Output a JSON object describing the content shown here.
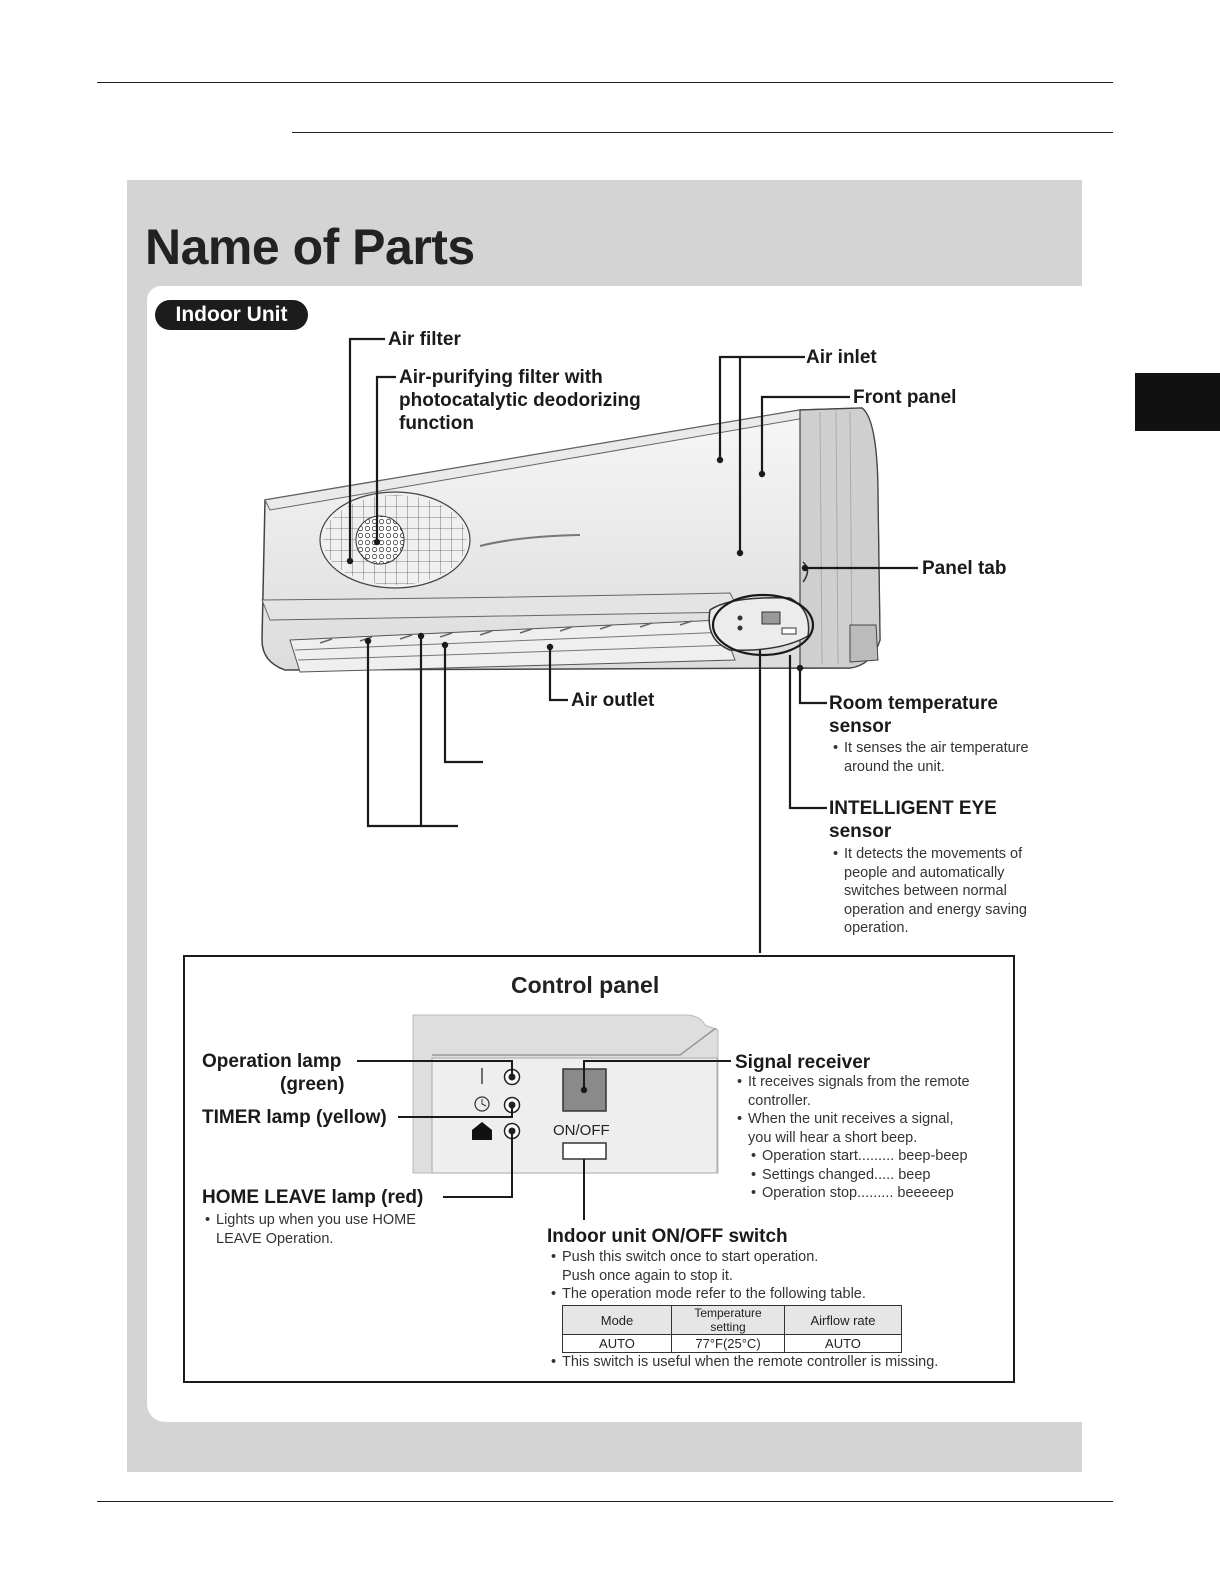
{
  "page": {
    "title": "Name of Parts",
    "section_pill": "Indoor Unit"
  },
  "labels": {
    "air_filter": "Air filter",
    "air_purifying_filter": [
      "Air-purifying filter with",
      "photocatalytic deodorizing",
      "function"
    ],
    "air_inlet": "Air inlet",
    "front_panel": "Front panel",
    "panel_tab": "Panel tab",
    "air_outlet": "Air outlet",
    "room_temp_sensor": [
      "Room temperature",
      "sensor"
    ],
    "room_temp_note": [
      "It senses the air temperature",
      "around the unit."
    ],
    "intelligent_eye": [
      "INTELLIGENT EYE",
      "sensor"
    ],
    "intelligent_eye_note": [
      "It detects the movements of",
      "people and automatically",
      "switches between normal",
      "operation and energy saving",
      "operation."
    ]
  },
  "control_panel": {
    "title": "Control panel",
    "operation_lamp": [
      "Operation lamp",
      "(green)"
    ],
    "timer_lamp": "TIMER lamp (yellow)",
    "home_leave_lamp": "HOME LEAVE lamp (red)",
    "home_leave_note": [
      "Lights up when you use HOME",
      "LEAVE Operation."
    ],
    "onoff_label": "ON/OFF",
    "signal_receiver": "Signal receiver",
    "signal_notes": {
      "n1": [
        "It receives signals from the remote",
        "controller."
      ],
      "n2": [
        "When the unit receives a signal,",
        "you will hear a short beep."
      ],
      "sub": [
        "Operation start......... beep-beep",
        "Settings changed..... beep",
        "Operation stop......... beeeeep"
      ]
    },
    "switch_title": "Indoor unit ON/OFF switch",
    "switch_notes": {
      "n1": [
        "Push this switch once to start operation.",
        "Push once again to stop it."
      ],
      "n2": "The operation mode refer to the following table.",
      "n3": "This switch is useful when the remote controller is missing."
    },
    "mode_table": {
      "headers": [
        "Mode",
        "Temperature setting",
        "Airflow rate"
      ],
      "row": [
        "AUTO",
        "77°F(25°C)",
        "AUTO"
      ]
    }
  }
}
